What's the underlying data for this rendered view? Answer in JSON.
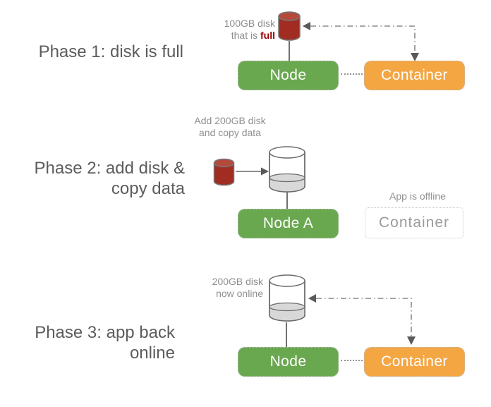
{
  "diagram_title_implicit": "Disk migration phases",
  "phase1": {
    "title": "Phase 1: disk is full",
    "disk_note_line1": "100GB disk",
    "disk_note_line2_prefix": "that is ",
    "disk_note_line2_bold": "full",
    "node": "Node",
    "container": "Container"
  },
  "phase2": {
    "title_line1": "Phase 2: add disk &",
    "title_line2": "copy data",
    "disk_note_line1": "Add 200GB disk",
    "disk_note_line2": "and copy data",
    "node": "Node A",
    "status": "App is offline",
    "container": "Container"
  },
  "phase3": {
    "title_line1": "Phase 3: app back",
    "title_line2": "online",
    "disk_note_line1": "200GB disk",
    "disk_note_line2": "now online",
    "node": "Node",
    "container": "Container"
  },
  "icons": {
    "small_red_cylinder": "full-disk-icon",
    "large_cylinder": "new-disk-icon",
    "solid_arrow": "copy-data-arrow",
    "dash_dot_arrow": "container-to-disk-link",
    "dotted_link": "node-container-link"
  },
  "colors": {
    "node_green": "#6aa84f",
    "container_orange": "#f4a643",
    "disk_red": "#a12d22",
    "disk_red_top": "#b34a3c",
    "band_gray": "#d8d8d8",
    "stroke_gray": "#707070",
    "dash_gray": "#8a8a8a",
    "arrow_dark": "#595959",
    "title_gray": "#5c5c5c",
    "note_gray": "#8f8f8f",
    "full_red": "#990000",
    "ghost_text": "#9b9b9b",
    "box_border": "#bdbdbd"
  }
}
